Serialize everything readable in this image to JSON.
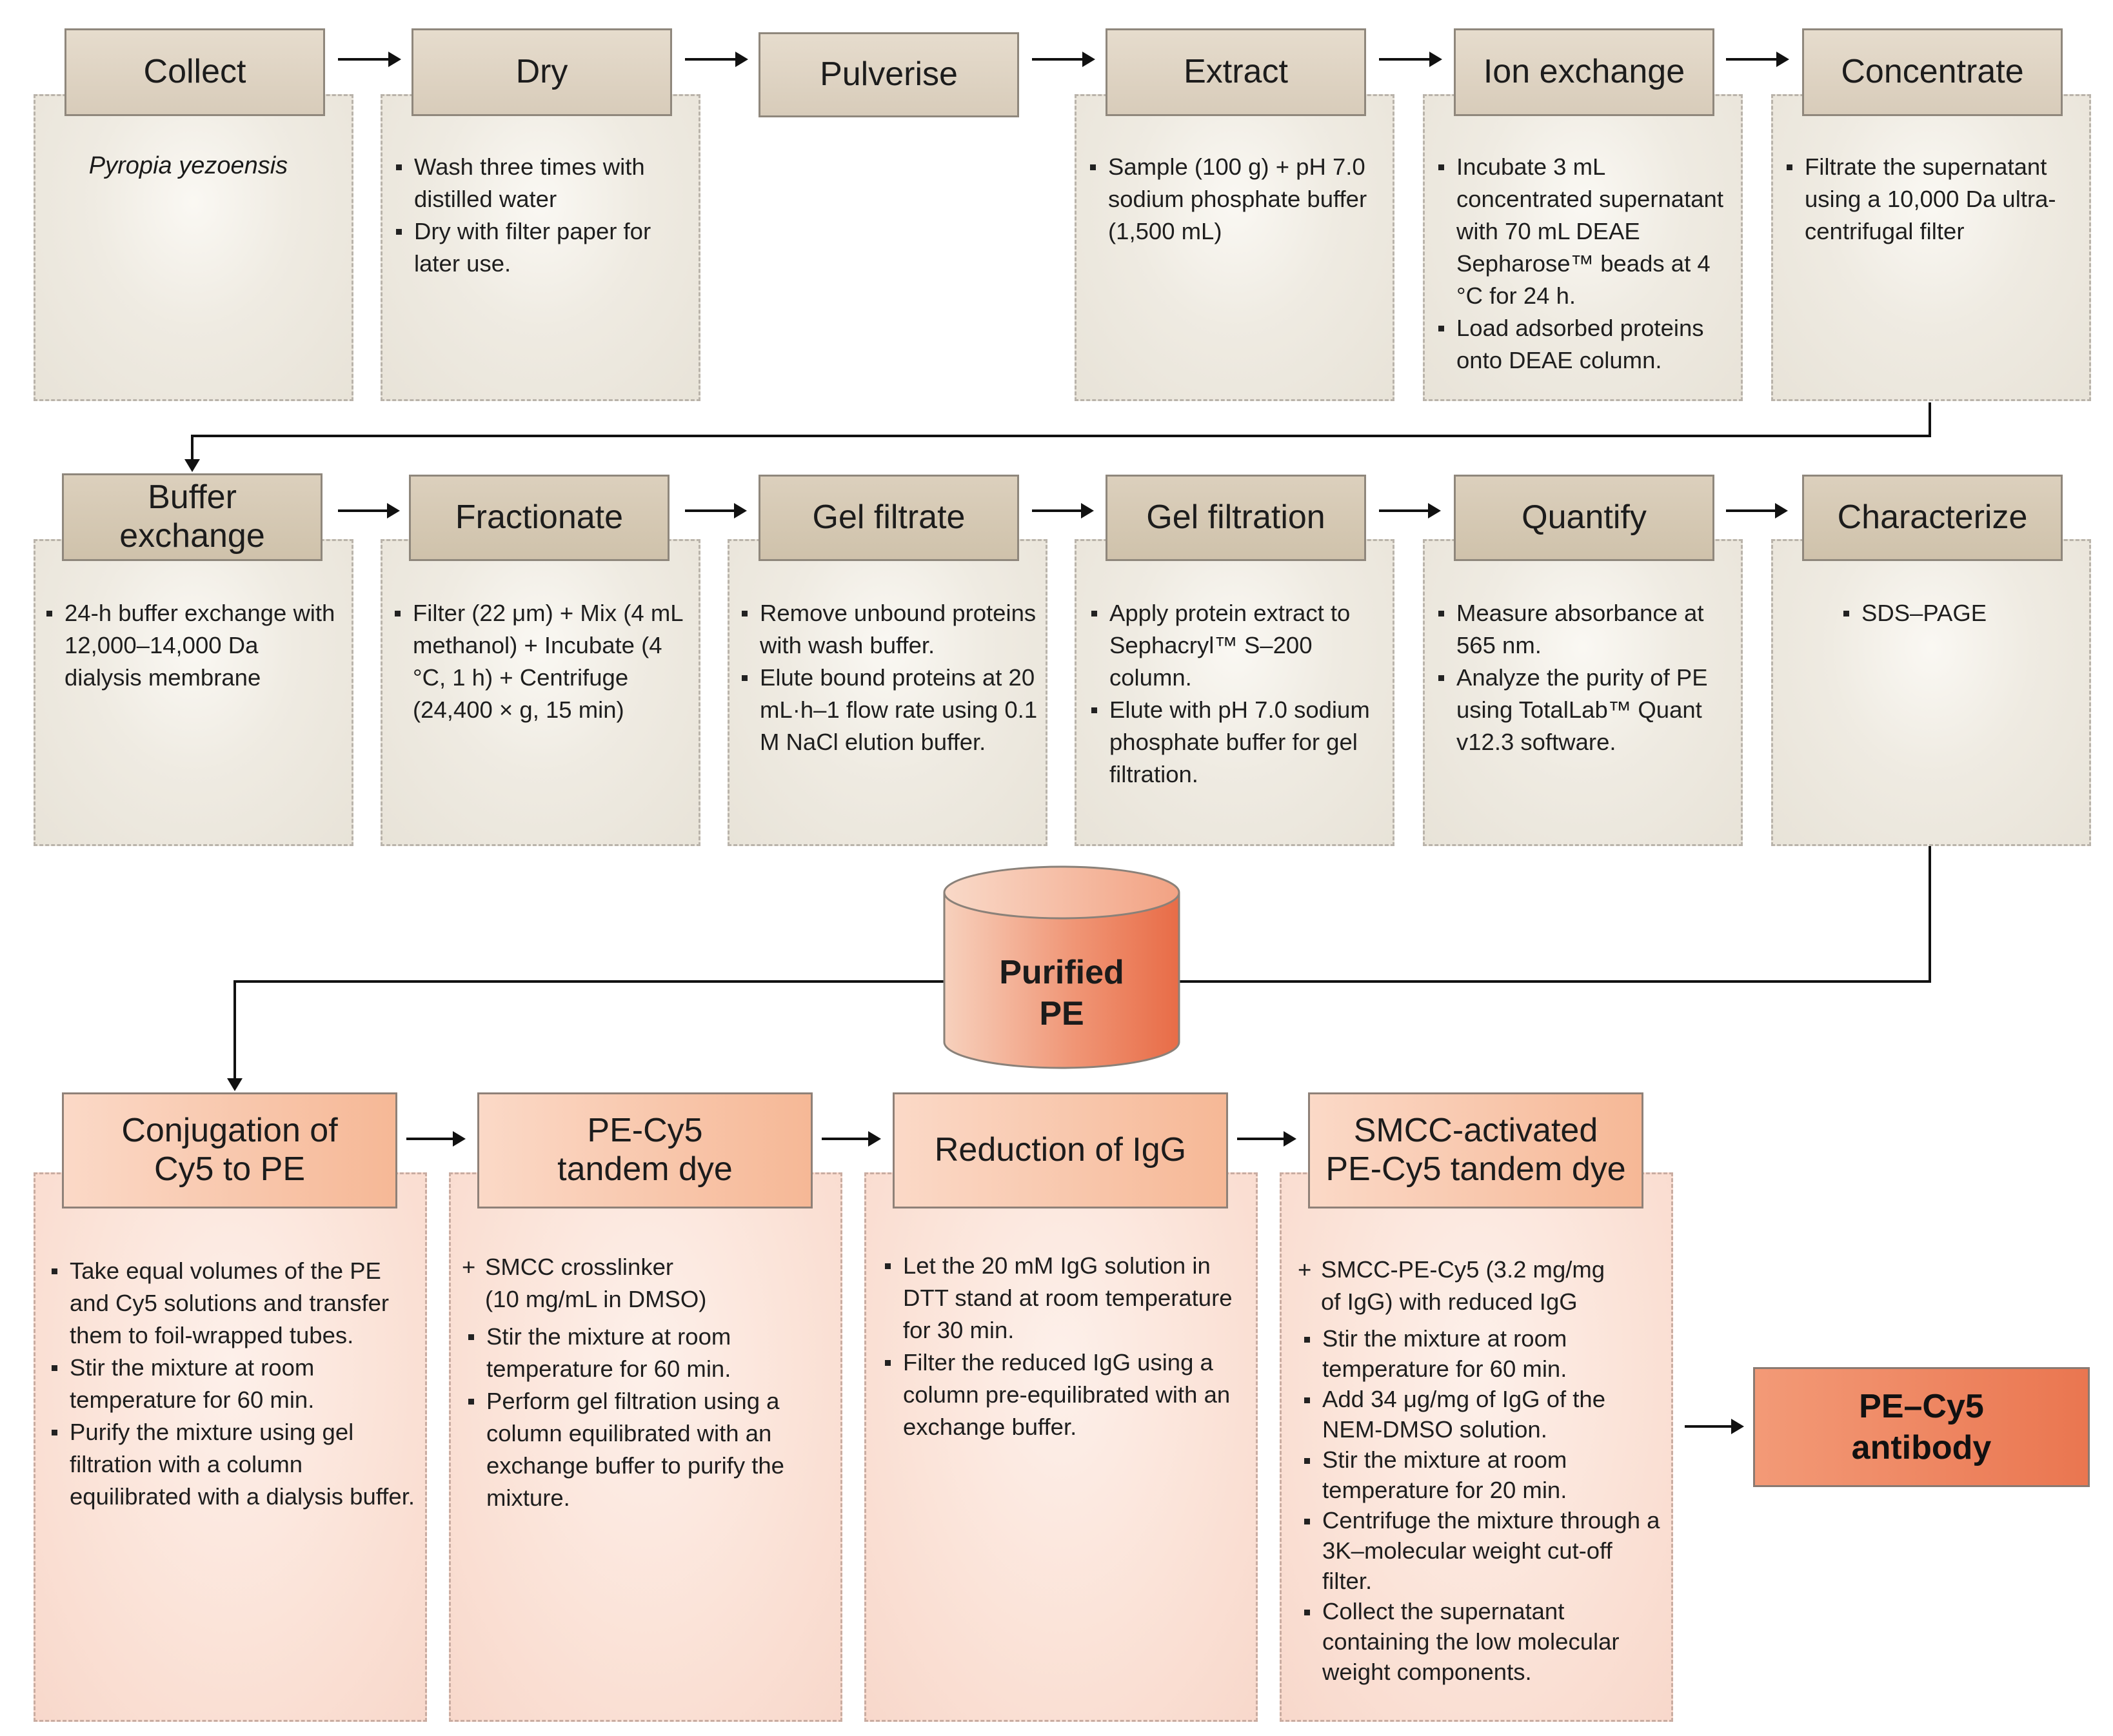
{
  "row1": [
    {
      "title": "Collect",
      "species": "Pyropia yezoensis",
      "items": []
    },
    {
      "title": "Dry",
      "items": [
        "Wash three times with distilled water",
        "Dry with filter paper for later use."
      ]
    },
    {
      "title": "Pulverise",
      "items": []
    },
    {
      "title": "Extract",
      "items": [
        "Sample (100 g)  + pH 7.0 sodium phosphate buffer (1,500 mL)"
      ]
    },
    {
      "title": "Ion exchange",
      "items": [
        "Incubate 3 mL concentrated supernatant with 70 mL DEAE Sepharose™ beads at 4 °C for 24 h.",
        "Load adsorbed proteins onto DEAE column."
      ]
    },
    {
      "title": "Concentrate",
      "items": [
        "Filtrate the supernatant using a 10,000 Da ultra-centrifugal filter"
      ]
    }
  ],
  "row2": [
    {
      "title": "Buffer\nexchange",
      "items": [
        "24-h buffer exchange with 12,000–14,000 Da dialysis membrane"
      ]
    },
    {
      "title": "Fractionate",
      "items": [
        "Filter (22 μm) + Mix (4 mL methanol) + Incubate (4 °C, 1 h) + Centrifuge (24,400 × g, 15 min)"
      ]
    },
    {
      "title": "Gel filtrate",
      "items": [
        "Remove unbound proteins with wash buffer.",
        "Elute bound proteins at 20 mL·h–1 flow rate using 0.1 M NaCl elution buffer."
      ]
    },
    {
      "title": "Gel filtration",
      "items": [
        "Apply protein extract to Sephacryl™ S–200 column.",
        "Elute with pH 7.0 sodium phosphate buffer for gel filtration."
      ]
    },
    {
      "title": "Quantify",
      "items": [
        "Measure absorbance at 565 nm.",
        "Analyze the purity of PE using TotalLab™ Quant v12.3 software."
      ]
    },
    {
      "title": "Characterize",
      "items": [
        "SDS–PAGE"
      ]
    }
  ],
  "purified": "Purified\nPE",
  "row3": [
    {
      "title": "Conjugation of\nCy5 to PE",
      "plus": "",
      "items": [
        "Take equal volumes of the PE and Cy5 solutions and transfer them to foil-wrapped tubes.",
        "Stir the mixture at room temperature for 60 min.",
        "Purify the mixture using gel filtration with a column equilibrated with a dialysis buffer."
      ]
    },
    {
      "title": "PE-Cy5\ntandem dye",
      "plus": "SMCC crosslinker\n(10 mg/mL in DMSO)",
      "items": [
        "Stir the mixture at room temperature for 60 min.",
        "Perform gel filtration using a column equilibrated with an exchange buffer to purify the mixture."
      ]
    },
    {
      "title": "Reduction of IgG",
      "plus": "",
      "items": [
        "Let the 20 mM IgG solution in DTT stand at room temperature for 30 min.",
        "Filter the reduced IgG using a column pre-equilibrated with an exchange buffer."
      ]
    },
    {
      "title": "SMCC-activated\nPE-Cy5 tandem dye",
      "plus": "SMCC-PE-Cy5 (3.2 mg/mg\nof IgG) with reduced IgG",
      "items": [
        "Stir the mixture at room temperature for 60 min.",
        "Add 34 μg/mg of IgG of the NEM-DMSO solution.",
        "Stir the mixture at room temperature for 20 min.",
        "Centrifuge the mixture through a 3K–molecular weight cut-off filter.",
        "Collect the supernatant containing the low molecular weight components."
      ]
    }
  ],
  "final": "PE–Cy5\nantibody"
}
